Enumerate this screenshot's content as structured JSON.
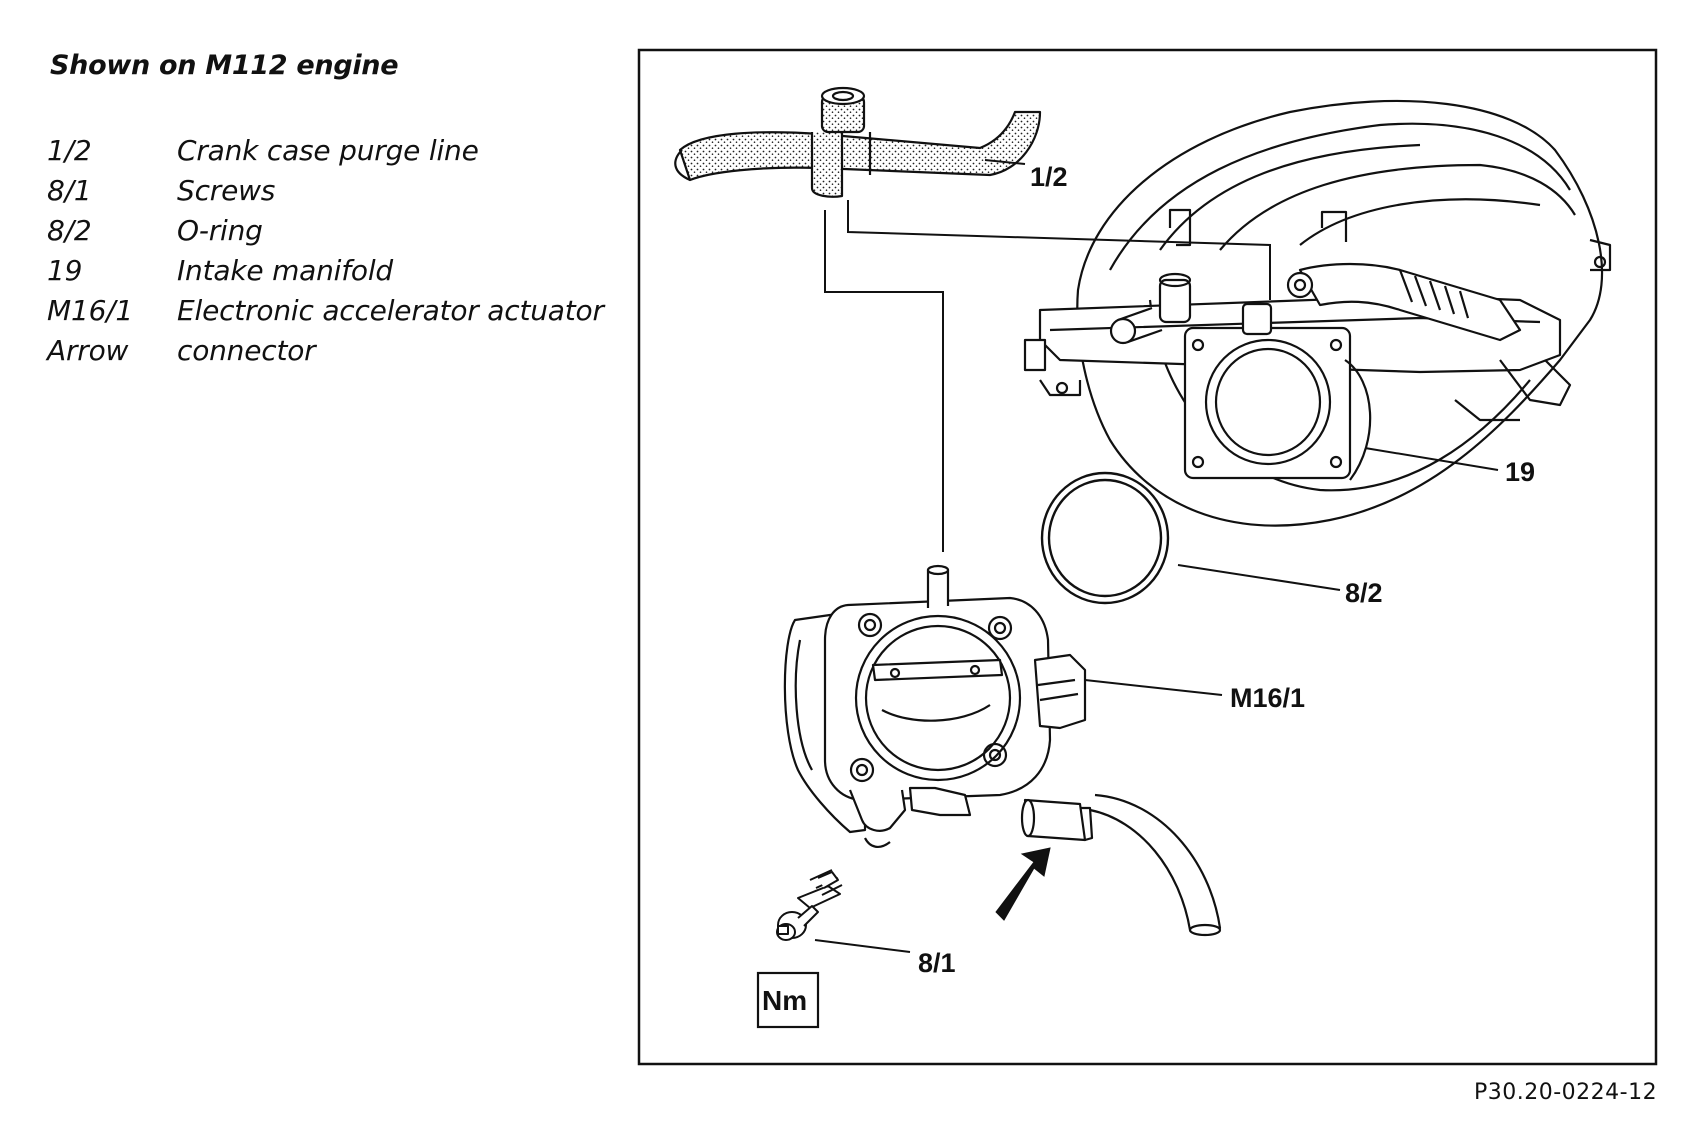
{
  "legend": {
    "title": "Shown on M112 engine",
    "items": [
      {
        "key": "1/2",
        "text": "Crank case purge line"
      },
      {
        "key": "8/1",
        "text": "Screws"
      },
      {
        "key": "8/2",
        "text": "O-ring"
      },
      {
        "key": "19",
        "text": "Intake manifold"
      },
      {
        "key": "M16/1",
        "text": "Electronic accelerator actuator"
      },
      {
        "key": "Arrow",
        "text": "connector"
      }
    ]
  },
  "callouts": {
    "purge_line": "1/2",
    "intake_manifold": "19",
    "o_ring": "8/2",
    "actuator": "M16/1",
    "screws": "8/1",
    "torque_box": "Nm"
  },
  "figure_number": "P30.20-0224-12"
}
